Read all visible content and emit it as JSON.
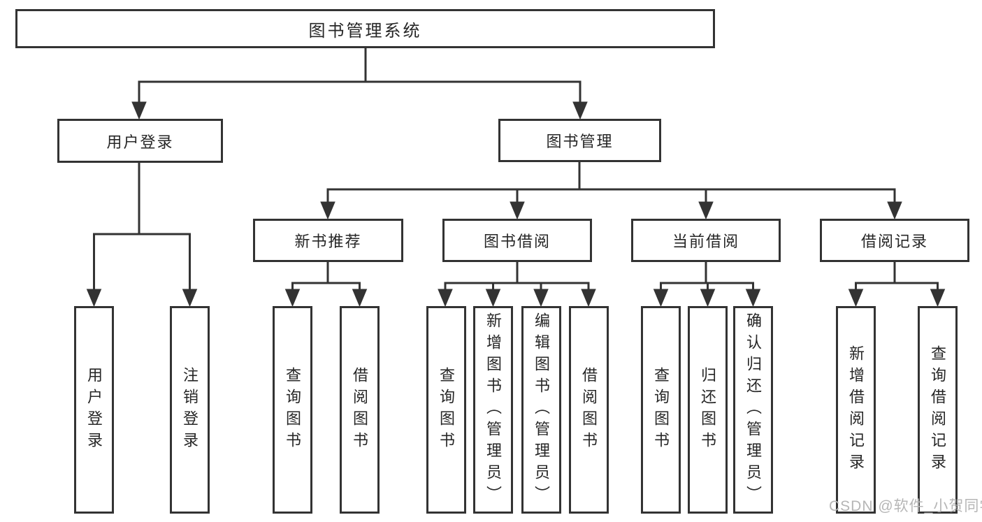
{
  "colors": {
    "line": "#333333",
    "text": "#262626",
    "box_bg": "#ffffff",
    "watermark": "#b6b6b6"
  },
  "watermark": "CSDN @软件_小贺同学",
  "tree": {
    "label": "图书管理系统",
    "children": [
      {
        "label": "用户登录",
        "children": [
          {
            "label": "用户登录"
          },
          {
            "label": "注销登录"
          }
        ]
      },
      {
        "label": "图书管理",
        "children": [
          {
            "label": "新书推荐",
            "children": [
              {
                "label": "查询图书"
              },
              {
                "label": "借阅图书"
              }
            ]
          },
          {
            "label": "图书借阅",
            "children": [
              {
                "label": "查询图书"
              },
              {
                "label": "新增图书（管理员）"
              },
              {
                "label": "编辑图书（管理员）"
              },
              {
                "label": "借阅图书"
              }
            ]
          },
          {
            "label": "当前借阅",
            "children": [
              {
                "label": "查询图书"
              },
              {
                "label": "归还图书"
              },
              {
                "label": "确认归还（管理员）"
              }
            ]
          },
          {
            "label": "借阅记录",
            "children": [
              {
                "label": "新增借阅记录"
              },
              {
                "label": "查询借阅记录"
              }
            ]
          }
        ]
      }
    ]
  }
}
